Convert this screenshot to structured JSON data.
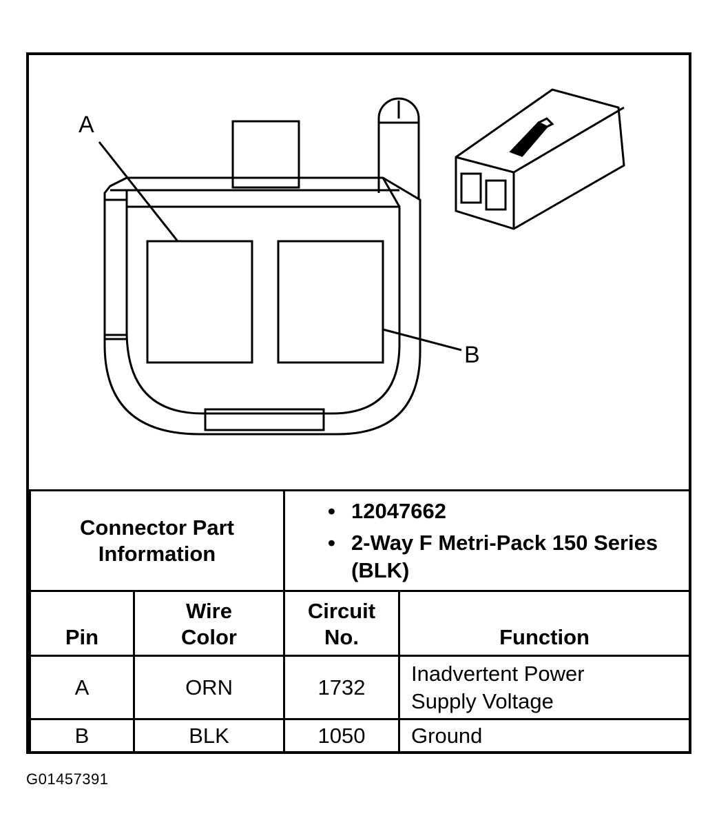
{
  "diagram": {
    "callout_a": "A",
    "callout_b": "B"
  },
  "connector_info": {
    "label": "Connector Part Information",
    "parts": [
      "12047662",
      "2-Way F Metri-Pack 150 Series (BLK)"
    ]
  },
  "table": {
    "headers": {
      "pin": "Pin",
      "wire_color": "Wire Color",
      "circuit_no": "Circuit No.",
      "function": "Function"
    },
    "rows": [
      {
        "pin": "A",
        "wire_color": "ORN",
        "circuit_no": "1732",
        "function": "Inadvertent Power Supply Voltage"
      },
      {
        "pin": "B",
        "wire_color": "BLK",
        "circuit_no": "1050",
        "function": "Ground"
      }
    ]
  },
  "figure_id": "G01457391"
}
